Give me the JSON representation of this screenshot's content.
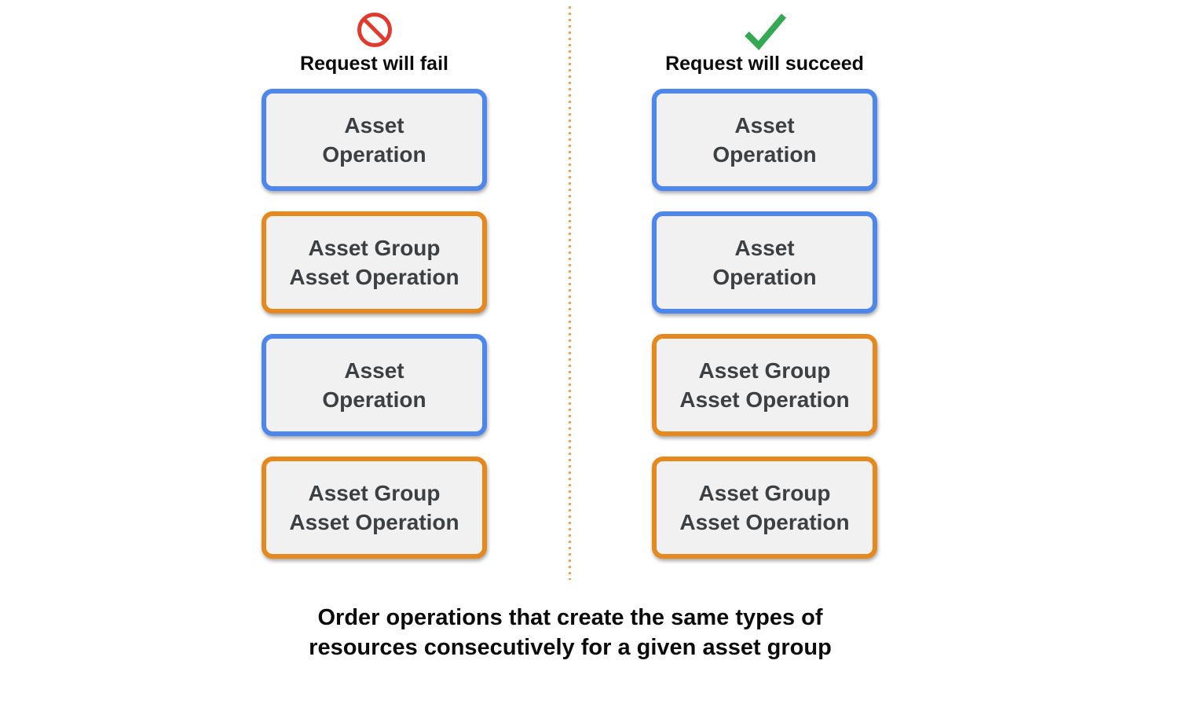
{
  "columns": [
    {
      "id": "fail",
      "icon": "no-entry-icon",
      "title": "Request will fail",
      "boxes": [
        {
          "type": "asset",
          "line1": "Asset",
          "line2": "Operation"
        },
        {
          "type": "asset_group",
          "line1": "Asset Group",
          "line2": "Asset Operation"
        },
        {
          "type": "asset",
          "line1": "Asset",
          "line2": "Operation"
        },
        {
          "type": "asset_group",
          "line1": "Asset Group",
          "line2": "Asset Operation"
        }
      ]
    },
    {
      "id": "succeed",
      "icon": "checkmark-icon",
      "title": "Request will succeed",
      "boxes": [
        {
          "type": "asset",
          "line1": "Asset",
          "line2": "Operation"
        },
        {
          "type": "asset",
          "line1": "Asset",
          "line2": "Operation"
        },
        {
          "type": "asset_group",
          "line1": "Asset Group",
          "line2": "Asset Operation"
        },
        {
          "type": "asset_group",
          "line1": "Asset Group",
          "line2": "Asset Operation"
        }
      ]
    }
  ],
  "caption": {
    "line1": "Order operations that create the same types of",
    "line2": "resources consecutively for a given asset group"
  },
  "colors": {
    "asset_operation_border": "#4d86ec",
    "asset_group_operation_border": "#e5891f",
    "box_background": "#f1f1f2",
    "box_text": "#3c4043",
    "fail_icon_red": "#e03a2c",
    "succeed_icon_green": "#34a853",
    "divider_dot_orange": "#e9a64a",
    "heading_text": "#0b0b0b"
  }
}
